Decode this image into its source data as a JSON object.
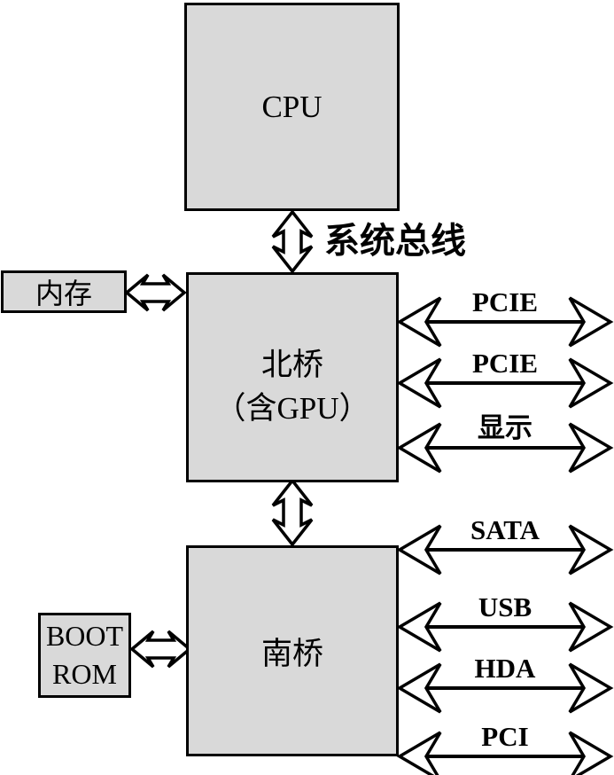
{
  "diagram": {
    "boxes": {
      "cpu": {
        "label": "CPU"
      },
      "northbridge": {
        "line1": "北桥",
        "line2": "（含GPU）"
      },
      "southbridge": {
        "label": "南桥"
      },
      "memory": {
        "label": "内存"
      },
      "boot_rom": {
        "line1": "BOOT",
        "line2": "ROM"
      }
    },
    "system_bus_label": "系统总线",
    "northbridge_ports": [
      {
        "label": "PCIE"
      },
      {
        "label": "PCIE"
      },
      {
        "label": "显示"
      }
    ],
    "southbridge_ports": [
      {
        "label": "SATA"
      },
      {
        "label": "USB"
      },
      {
        "label": "HDA"
      },
      {
        "label": "PCI"
      }
    ],
    "colors": {
      "background": "#ffffff",
      "box_fill": "#d9d9d9",
      "line": "#000000"
    }
  }
}
